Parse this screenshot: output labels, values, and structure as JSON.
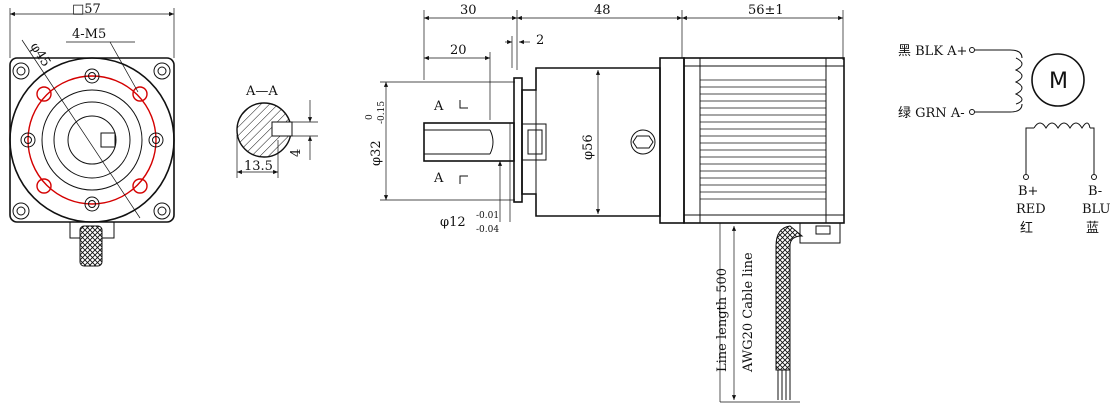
{
  "front_view": {
    "square_label": "□57",
    "pcd_label": "φ45",
    "hole_label": "4-M5"
  },
  "section_view": {
    "section_label": "A—A",
    "flat_width_label": "13.5",
    "key_label": "4"
  },
  "side_view": {
    "dim_shaft_30": "30",
    "dim_gearbox_48": "48",
    "dim_motor_56": "56±1",
    "dim_shaft_20": "20",
    "dim_flange_2": "2",
    "pilot_diameter": "φ32",
    "pilot_tol_upper": "0",
    "pilot_tol_lower": "-0.15",
    "gearbox_diameter": "φ56",
    "shaft_diameter": "φ12",
    "shaft_tol_upper": "-0.01",
    "shaft_tol_lower": "-0.04",
    "section_mark": "A",
    "cable_length_label": "Line length 500",
    "cable_type_label": "AWG20 Cable line"
  },
  "wiring": {
    "a_plus_label": "黑 BLK A+",
    "a_minus_label": "绿 GRN A-",
    "motor_symbol": "M",
    "b_plus_label": "B+",
    "b_plus_color_en": "RED",
    "b_plus_color_cn": "红",
    "b_minus_label": "B-",
    "b_minus_color_en": "BLU",
    "b_minus_color_cn": "蓝"
  },
  "colors": {
    "line": "#111111",
    "highlight": "#d40000"
  }
}
